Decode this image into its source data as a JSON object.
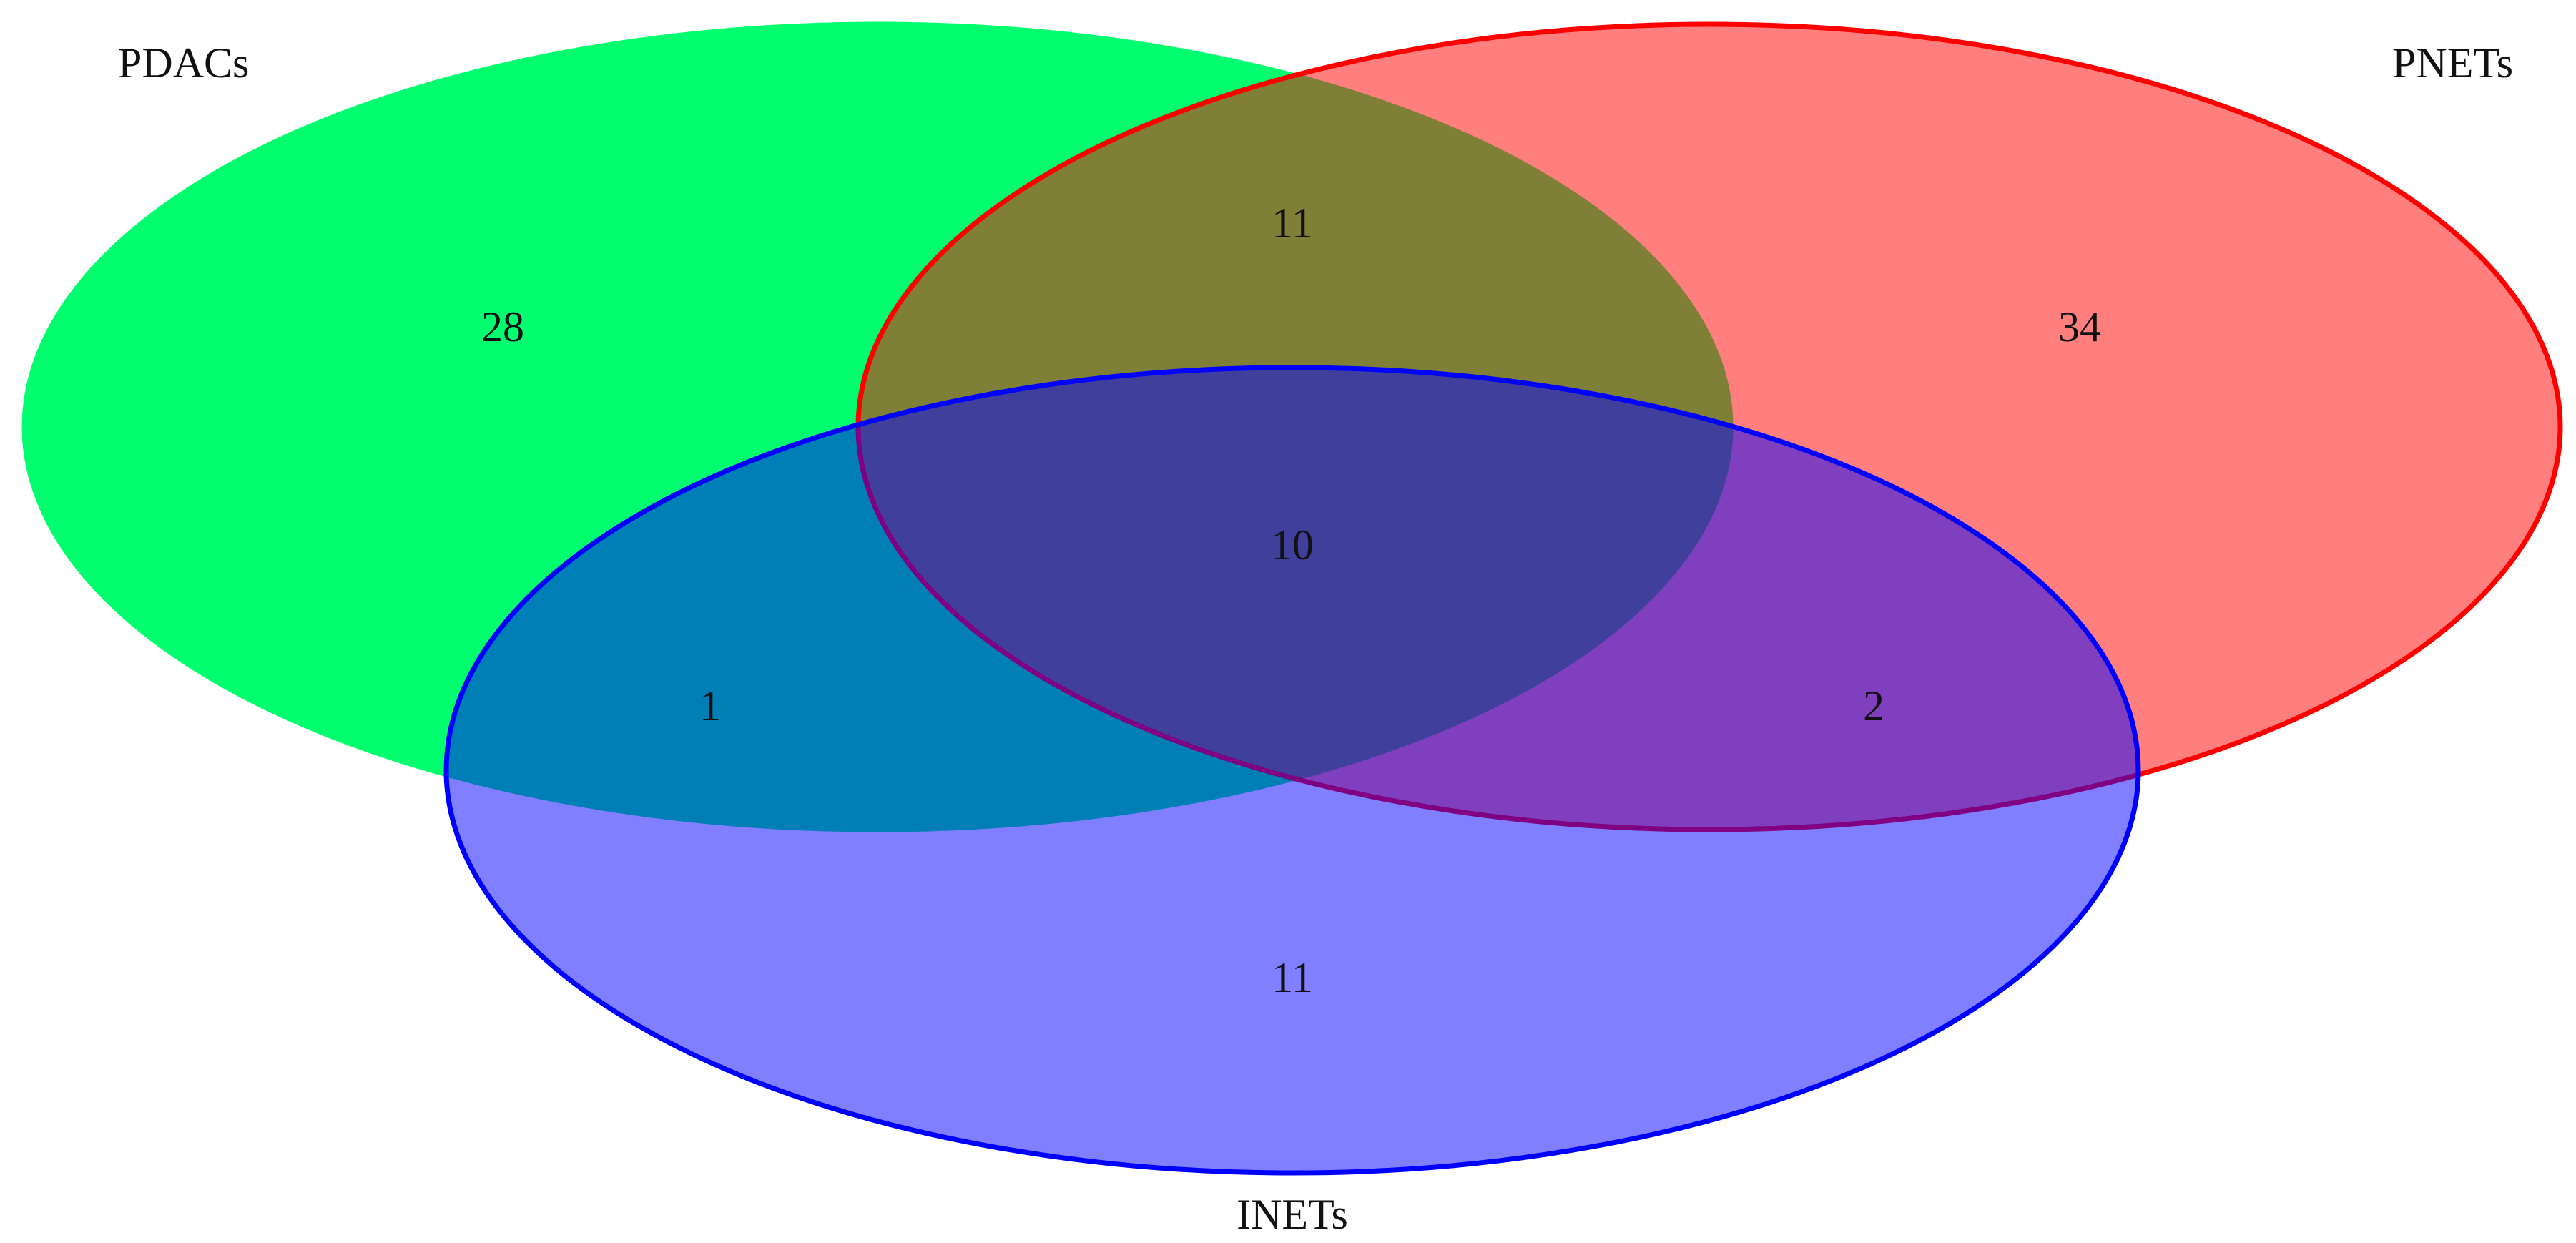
{
  "sets": [
    {
      "id": "pdacs",
      "label": "PDACs",
      "color": "#00ff6e"
    },
    {
      "id": "pnets",
      "label": "PNETs",
      "color": "#ff0000"
    },
    {
      "id": "inets",
      "label": "INETs",
      "color": "#0000ff"
    }
  ],
  "regions": {
    "pdacs_only": "28",
    "pnets_only": "34",
    "pdacs_pnets": "11",
    "all_three": "10",
    "pdacs_inets": "1",
    "pnets_inets": "2",
    "inets_only": "11"
  },
  "style": {
    "fill_opacity": 0.5
  }
}
